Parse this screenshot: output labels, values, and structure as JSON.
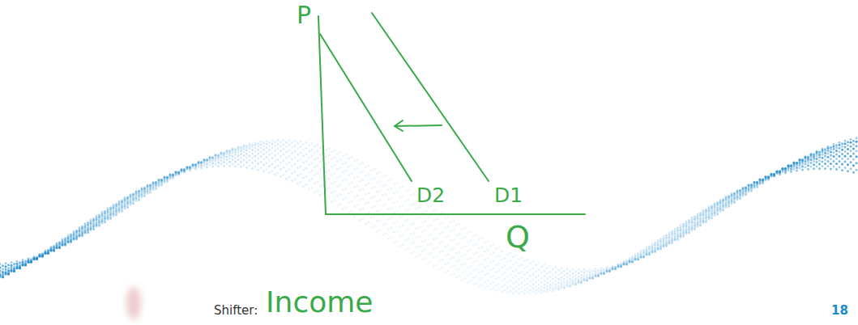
{
  "diagram": {
    "labels": [
      "P",
      "Q",
      "D2",
      "D1",
      "Shifter:",
      "Income",
      "18"
    ]
  }
}
